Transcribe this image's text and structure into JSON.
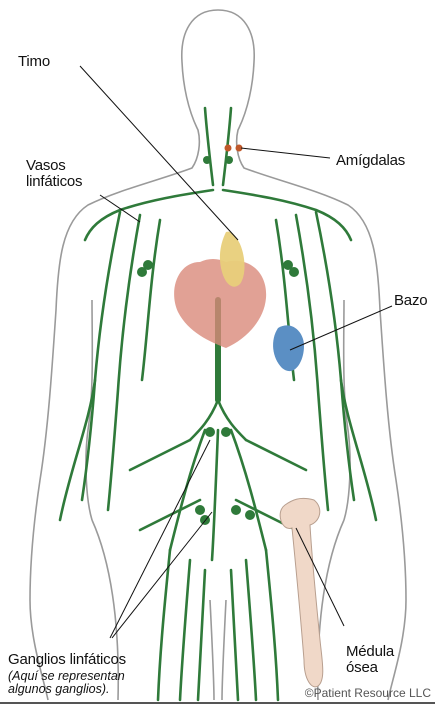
{
  "labels": {
    "thymus": "Timo",
    "tonsils": "Amígdalas",
    "lymph_vessels": [
      "Vasos",
      "linfáticos"
    ],
    "spleen": "Bazo",
    "bone_marrow": [
      "Médula",
      "ósea"
    ],
    "lymph_nodes": "Ganglios linfáticos",
    "lymph_nodes_note": [
      "(Aquí se representan",
      "algunos ganglios)."
    ]
  },
  "credit": "©Patient Resource LLC",
  "colors": {
    "lymph": "#2f7a3a",
    "body_outline": "#9a9a9a",
    "heart": "#d98a7a",
    "thymus": "#e8cf7a",
    "spleen": "#5b8fc4",
    "bone": "#f0d8c8",
    "tonsil": "#c0582a",
    "leader": "#111111"
  }
}
